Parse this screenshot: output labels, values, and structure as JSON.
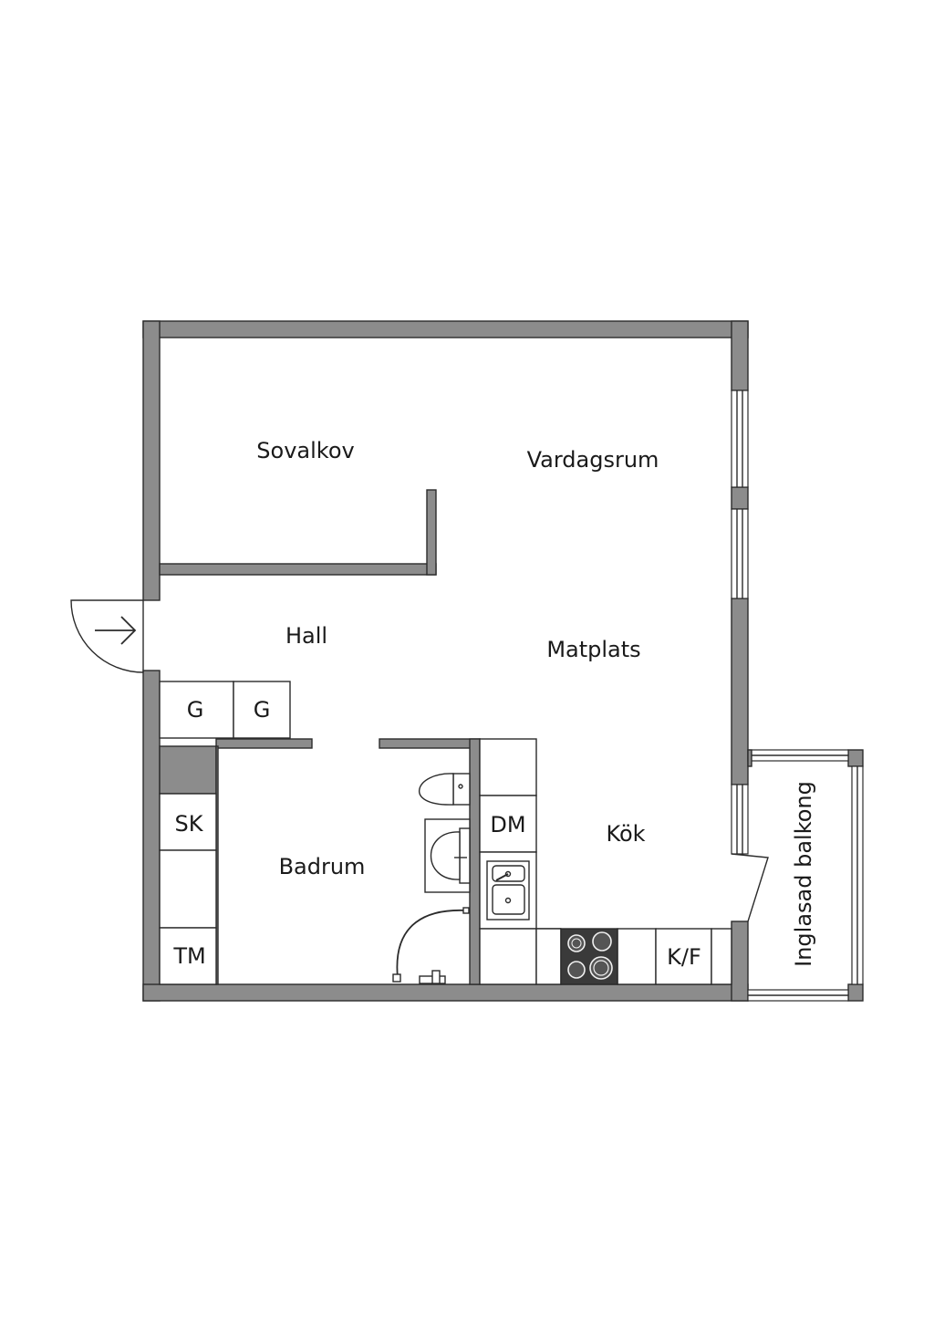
{
  "rooms": {
    "sovalkov": "Sovalkov",
    "vardagsrum": "Vardagsrum",
    "hall": "Hall",
    "matplats": "Matplats",
    "badrum": "Badrum",
    "kok": "Kök",
    "balkong": "Inglasad balkong"
  },
  "fixtures": {
    "garderob_1": "G",
    "garderob_2": "G",
    "skap": "SK",
    "tvattmaskin": "TM",
    "diskmaskin": "DM",
    "kyl_frys": "K/F"
  },
  "colors": {
    "wall": "#8c8c8c",
    "outline": "#2b2b2b",
    "stove": "#3a3a3a"
  }
}
